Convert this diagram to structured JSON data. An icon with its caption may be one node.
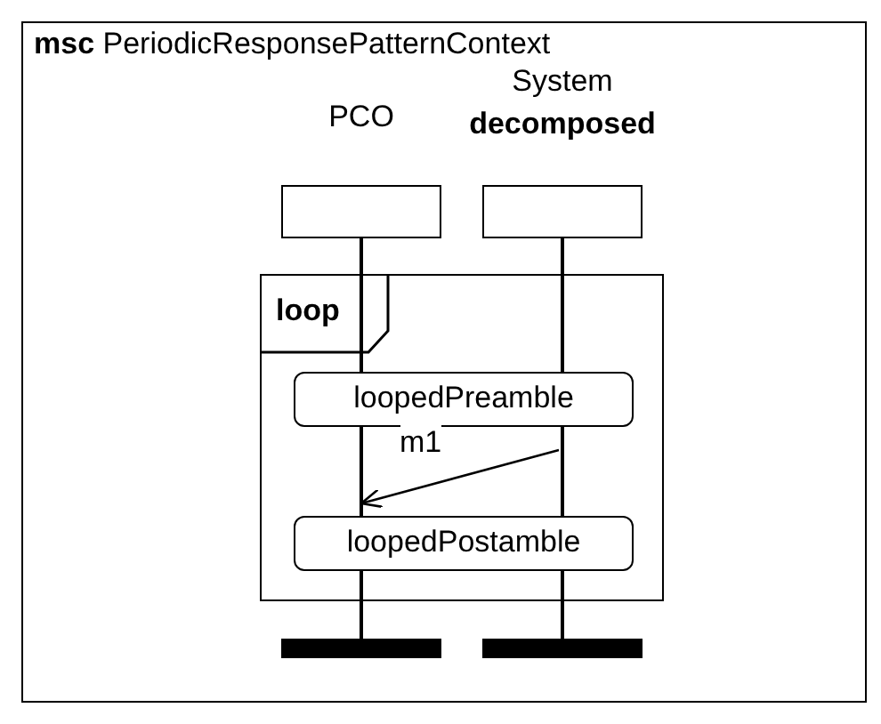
{
  "diagram": {
    "nodes": [
      {
        "text": [
          "**msc** PeriodicResponsePatternContext"
        ]
      },
      {
        "text": [
          "PCO"
        ],
        "in": 0
      },
      {
        "text": [
          "System",
          "decomposed"
        ],
        "in": 0
      },
      {
        "text": [],
        "shape": "line",
        "in": 0
      },
      {
        "text": [],
        "shape": "line",
        "in": 0
      },
      {
        "text": [
          "loop"
        ],
        "in": 0
      },
      {
        "text": [
          "loopedPreamble"
        ],
        "in": 5
      },
      {
        "text": [
          "loopedPostamble"
        ],
        "in": 5
      },
      {
        "text": [],
        "shape": "bar",
        "in": 0
      },
      {
        "text": [],
        "shape": "bar",
        "in": 0
      }
    ],
    "edges": [
      {
        "from": 4,
        "to": 3,
        "arrow": "to",
        "label": "m1"
      }
    ]
  }
}
